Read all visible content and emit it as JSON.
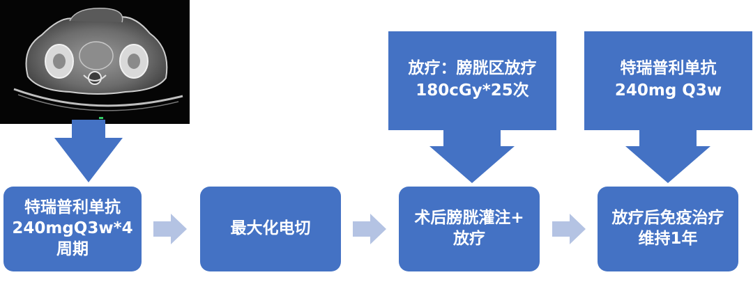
{
  "scan_image": "axial-ct-pelvis",
  "colors": {
    "box": "#4472c4",
    "flow_arrow": "#b4c3e3",
    "text": "#ffffff"
  },
  "steps": [
    {
      "label": "特瑞普利单抗\n240mgQ3w*4\n周期"
    },
    {
      "label": "最大化电切"
    },
    {
      "label": "术后膀胱灌注+\n放疗"
    },
    {
      "label": "放疗后免疫治疗\n维持1年"
    }
  ],
  "callouts": [
    {
      "label": "放疗：膀胱区放疗\n180cGy*25次"
    },
    {
      "label": "特瑞普利单抗\n240mg Q3w"
    }
  ]
}
